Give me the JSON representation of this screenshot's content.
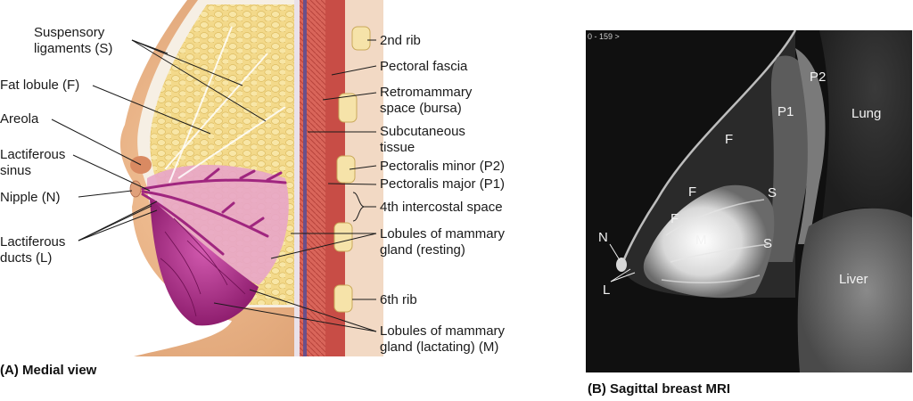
{
  "panel_a": {
    "caption": "(A) Medial view",
    "labels": {
      "suspensory": "Suspensory\nligaments (S)",
      "fat_lobule": "Fat lobule (F)",
      "areola": "Areola",
      "lactiferous_sinus": "Lactiferous\nsinus",
      "nipple": "Nipple (N)",
      "lactiferous_ducts": "Lactiferous\nducts (L)",
      "rib2": "2nd rib",
      "pectoral_fascia": "Pectoral fascia",
      "retromammary": "Retromammary\nspace (bursa)",
      "subcutaneous": "Subcutaneous\ntissue",
      "pec_minor": "Pectoralis minor (P2)",
      "pec_major": "Pectoralis major (P1)",
      "intercostal4": "4th intercostal space",
      "lobules_resting": "Lobules of mammary\ngland (resting)",
      "rib6": "6th rib",
      "lobules_lactating": "Lobules of mammary\ngland (lactating) (M)"
    }
  },
  "panel_b": {
    "caption": "(B) Sagittal breast MRI",
    "corner_text": "0 - 159 >",
    "labels": {
      "p2": "P2",
      "p1": "P1",
      "lung": "Lung",
      "f1": "F",
      "f2": "F",
      "f3": "F",
      "s1": "S",
      "s2": "S",
      "m": "M",
      "n": "N",
      "l": "L",
      "liver": "Liver"
    }
  }
}
